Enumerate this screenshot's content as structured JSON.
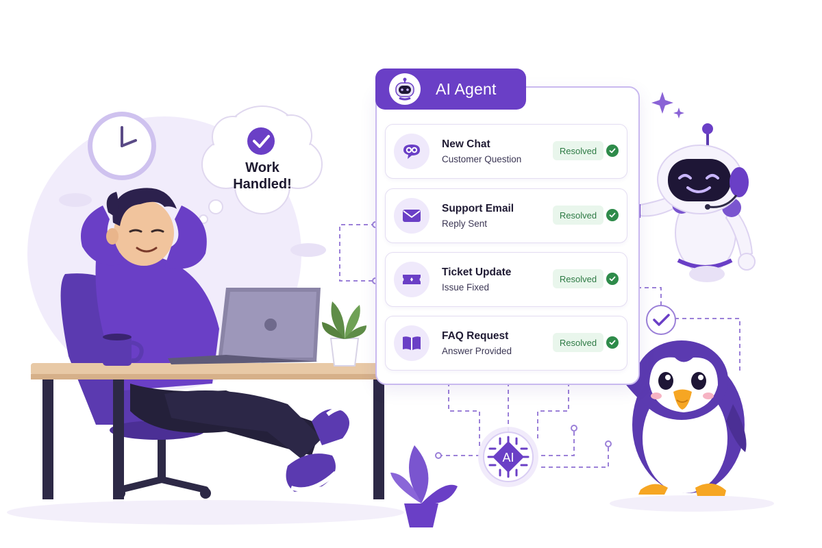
{
  "bubble": {
    "line1": "Work",
    "line2": "Handled!"
  },
  "agent_panel": {
    "title": "AI Agent",
    "items": [
      {
        "title": "New Chat",
        "subtitle": "Customer Question",
        "status": "Resolved",
        "icon": "chat-bubble-icon"
      },
      {
        "title": "Support Email",
        "subtitle": "Reply Sent",
        "status": "Resolved",
        "icon": "envelope-icon"
      },
      {
        "title": "Ticket Update",
        "subtitle": "Issue Fixed",
        "status": "Resolved",
        "icon": "ticket-icon"
      },
      {
        "title": "FAQ Request",
        "subtitle": "Answer Provided",
        "status": "Resolved",
        "icon": "book-icon"
      }
    ]
  },
  "chip": {
    "label": "AI"
  },
  "colors": {
    "primary": "#6a3fc6",
    "light_purple": "#efe9fb",
    "resolved_bg": "#e9f6ec",
    "resolved_text": "#2d7a44",
    "check_green": "#2e8b4a",
    "desk_wood": "#e8c9a6"
  }
}
